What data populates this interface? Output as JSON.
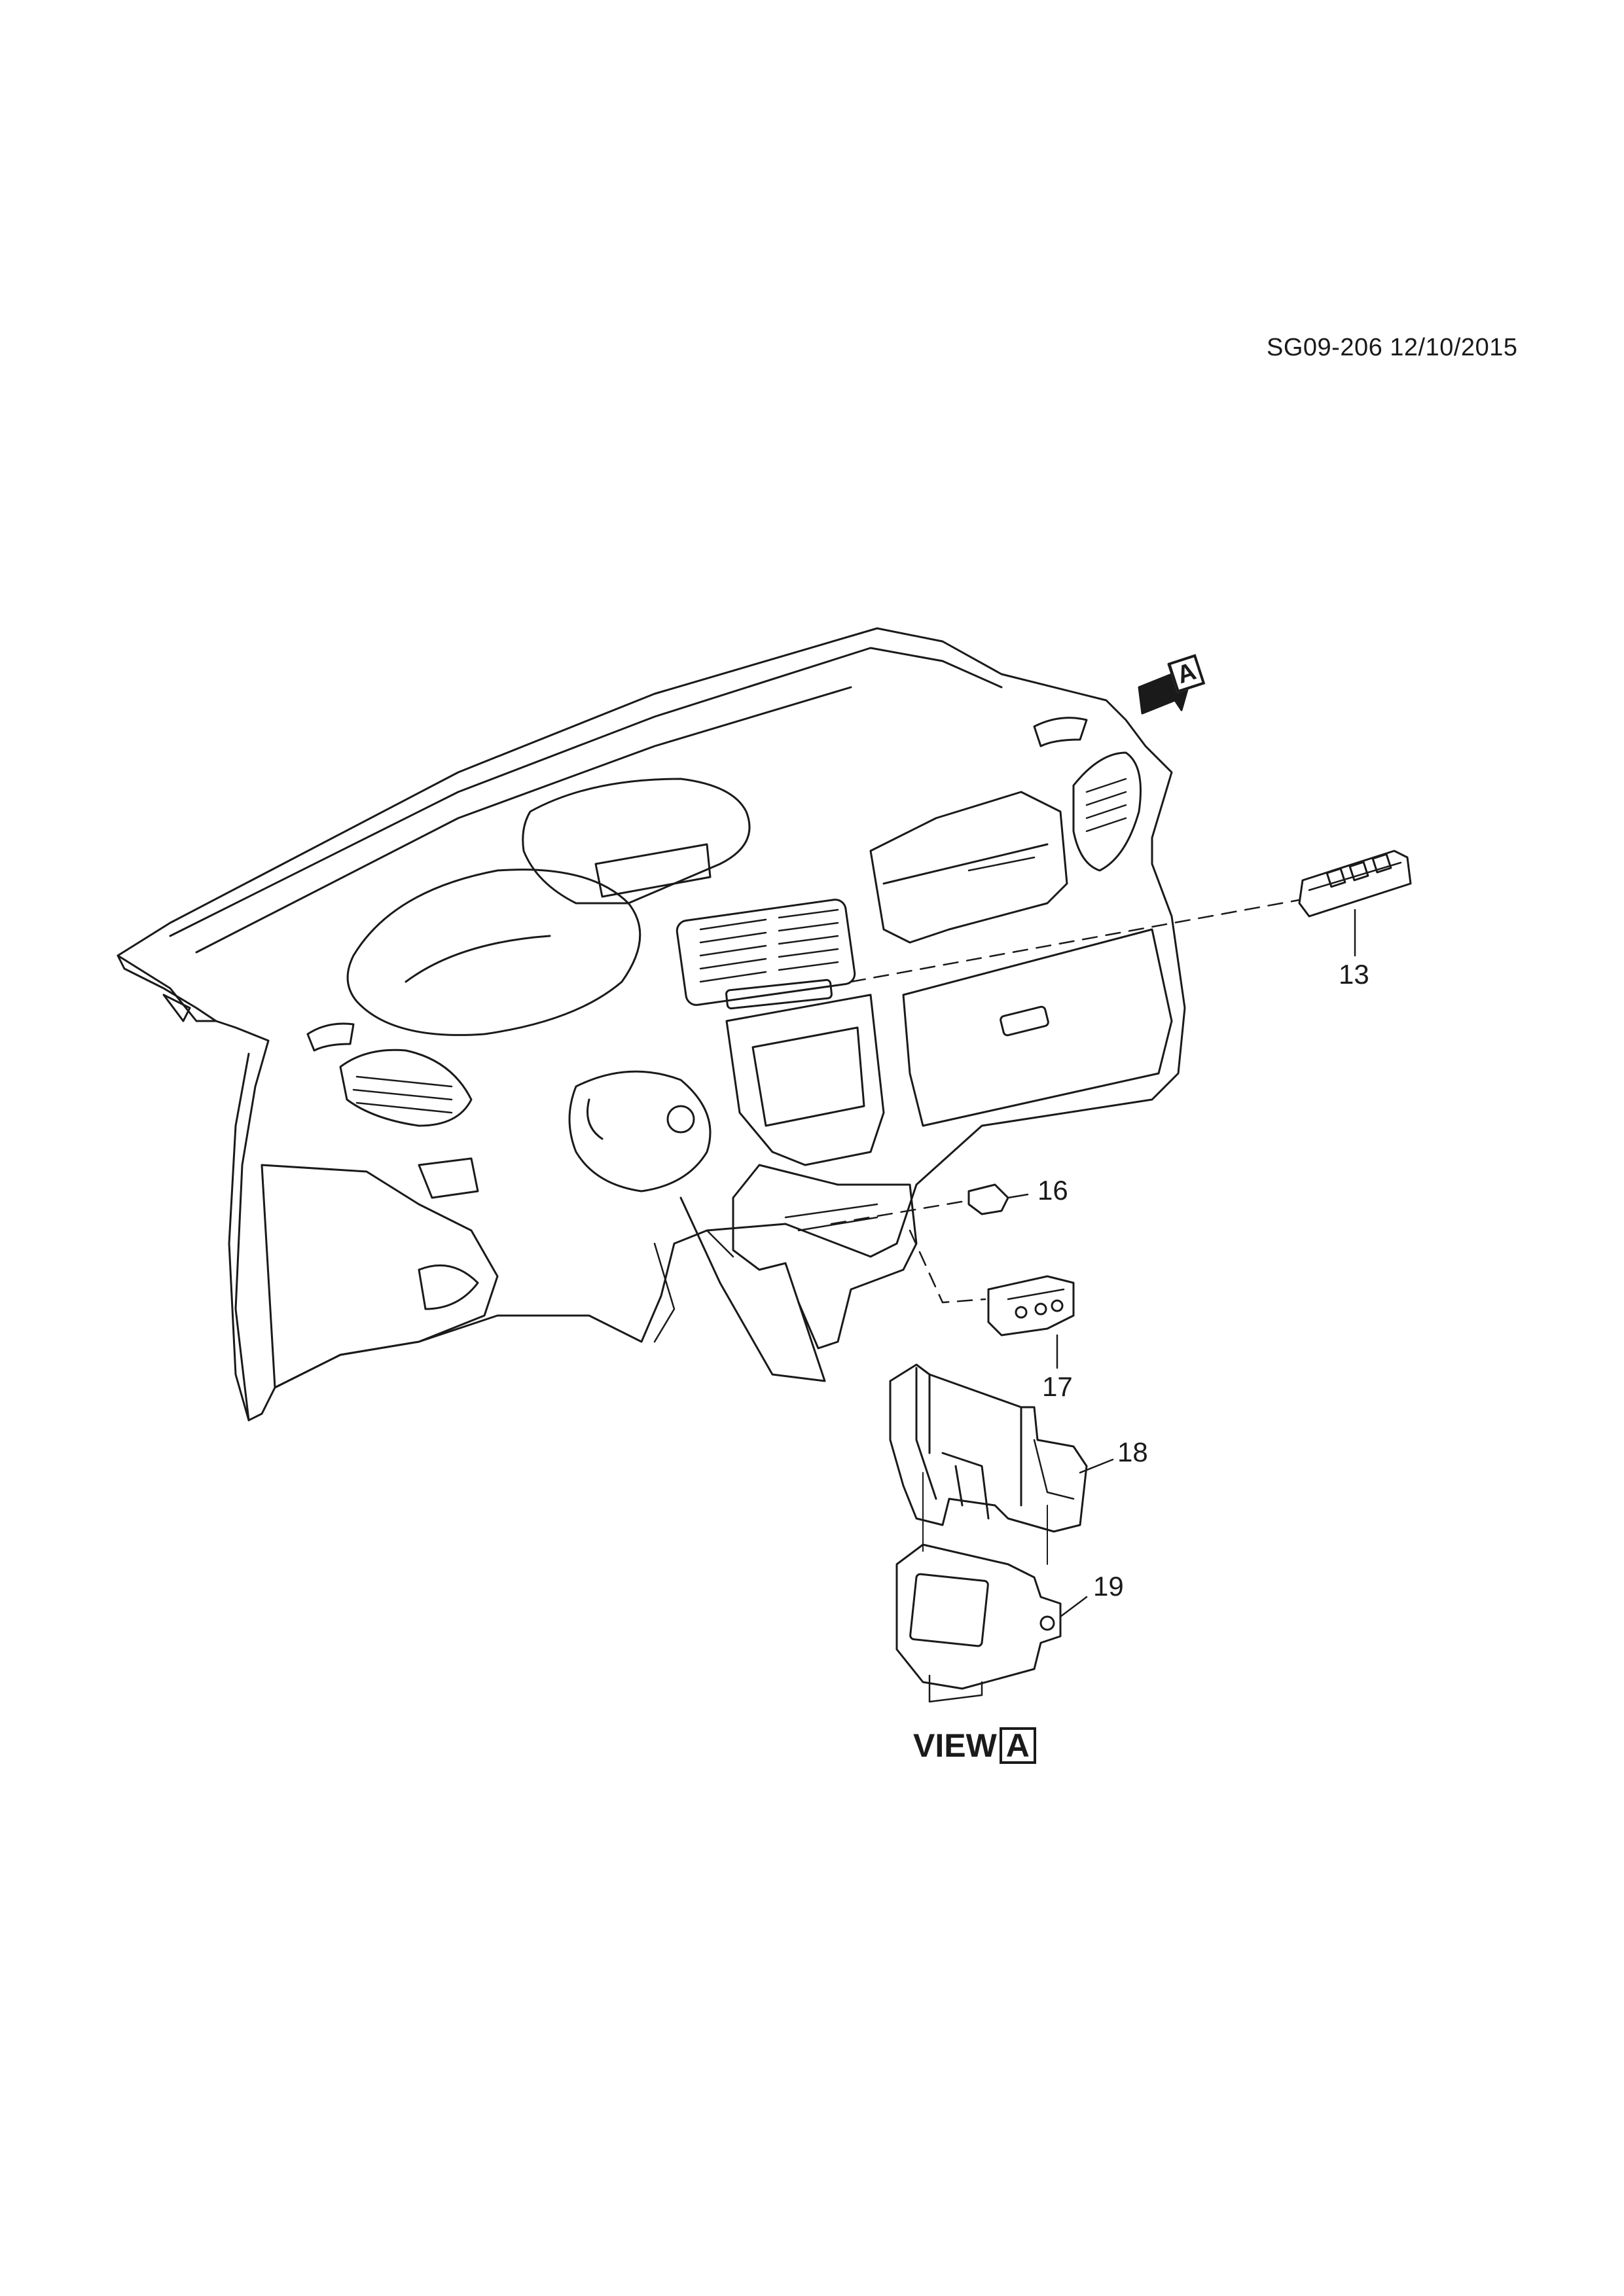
{
  "document": {
    "id_text": "SG09-206 12/10/2015"
  },
  "view": {
    "prefix": "VIEW",
    "letter": "A"
  },
  "arrow_view_letter": "A",
  "callouts": [
    {
      "number": "13"
    },
    {
      "number": "16"
    },
    {
      "number": "17"
    },
    {
      "number": "18"
    },
    {
      "number": "19"
    }
  ]
}
